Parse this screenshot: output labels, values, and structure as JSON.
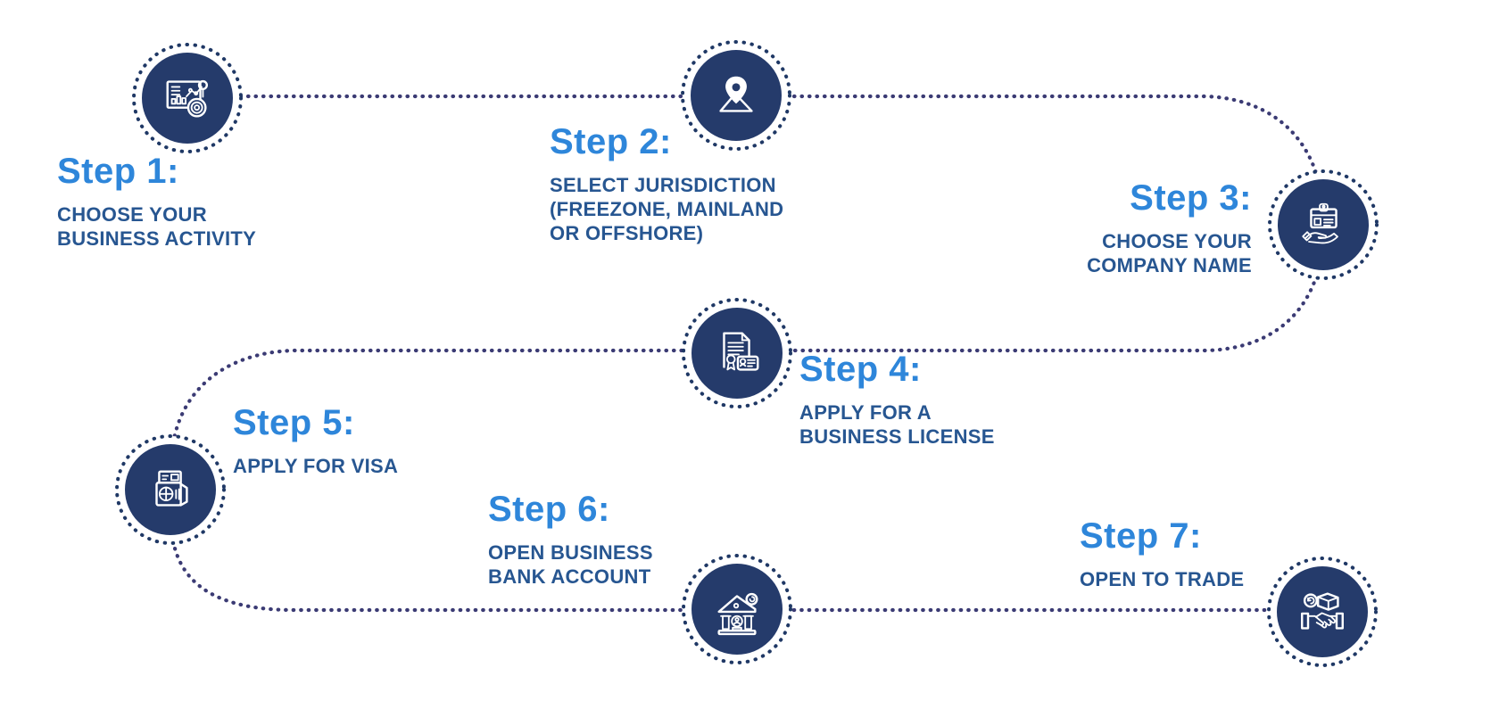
{
  "colors": {
    "bg": "#ffffff",
    "node-fill": "#253b6b",
    "path-dots": "#3b3b74",
    "ring-dots": "#1f3865",
    "title-blue": "#2e86da",
    "caption-navy": "#275691",
    "icon-stroke": "#ffffff"
  },
  "diagram": {
    "type": "process-flow",
    "layout": "snake-left-to-right",
    "connector_style": "dotted",
    "steps": [
      {
        "id": 1,
        "title": "Step 1:",
        "caption": "CHOOSE YOUR\nBUSINESS ACTIVITY",
        "icon": "business-activity-chart-icon"
      },
      {
        "id": 2,
        "title": "Step 2:",
        "caption": "SELECT JURISDICTION\n(FREEZONE, MAINLAND\nOR OFFSHORE)",
        "icon": "location-pin-icon"
      },
      {
        "id": 3,
        "title": "Step 3:",
        "caption": "CHOOSE YOUR\nCOMPANY NAME",
        "icon": "id-card-hand-icon"
      },
      {
        "id": 4,
        "title": "Step 4:",
        "caption": "APPLY FOR A\nBUSINESS LICENSE",
        "icon": "license-certificate-icon"
      },
      {
        "id": 5,
        "title": "Step 5:",
        "caption": "APPLY FOR VISA",
        "icon": "passport-icon"
      },
      {
        "id": 6,
        "title": "Step 6:",
        "caption": "OPEN BUSINESS\nBANK ACCOUNT",
        "icon": "bank-building-icon"
      },
      {
        "id": 7,
        "title": "Step 7:",
        "caption": "OPEN TO TRADE",
        "icon": "handshake-trade-icon"
      }
    ]
  }
}
